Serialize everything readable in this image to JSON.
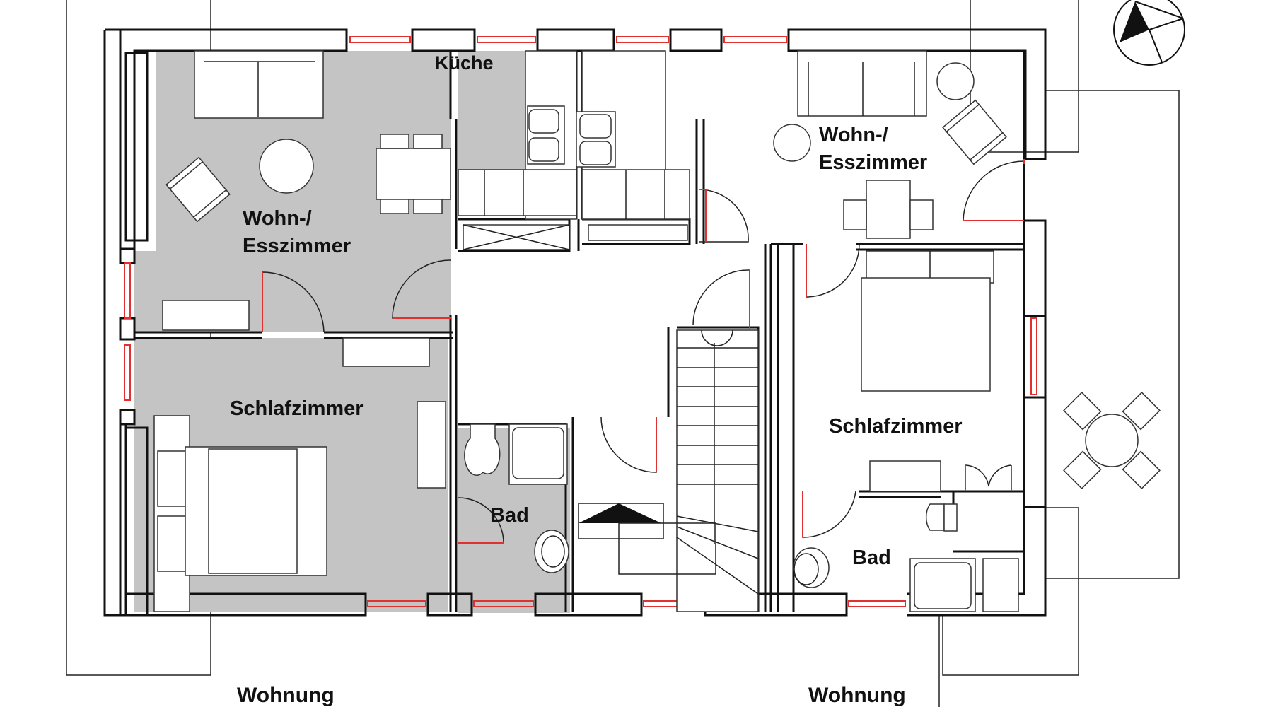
{
  "plan": {
    "rooms": [
      {
        "id": "wohn-left",
        "label_lines": [
          "Wohn-/",
          "Esszimmer"
        ],
        "shaded": true
      },
      {
        "id": "kueche",
        "label_lines": [
          "Küche"
        ],
        "shaded": true
      },
      {
        "id": "schlaf-left",
        "label_lines": [
          "Schlafzimmer"
        ],
        "shaded": true
      },
      {
        "id": "bad-left",
        "label_lines": [
          "Bad"
        ],
        "shaded": true
      },
      {
        "id": "wohn-right",
        "label_lines": [
          "Wohn-/",
          "Esszimmer"
        ],
        "shaded": false
      },
      {
        "id": "schlaf-right",
        "label_lines": [
          "Schlafzimmer"
        ],
        "shaded": false
      },
      {
        "id": "bad-right",
        "label_lines": [
          "Bad"
        ],
        "shaded": false
      }
    ],
    "apartments": [
      {
        "label": "Wohnung"
      },
      {
        "label": "Wohnung"
      }
    ],
    "colors": {
      "wall": "#111111",
      "shaded_room": "#c4c4c4",
      "window": "#e03030",
      "background": "#ffffff"
    },
    "compass": {
      "icon": "north-arrow-icon"
    }
  }
}
